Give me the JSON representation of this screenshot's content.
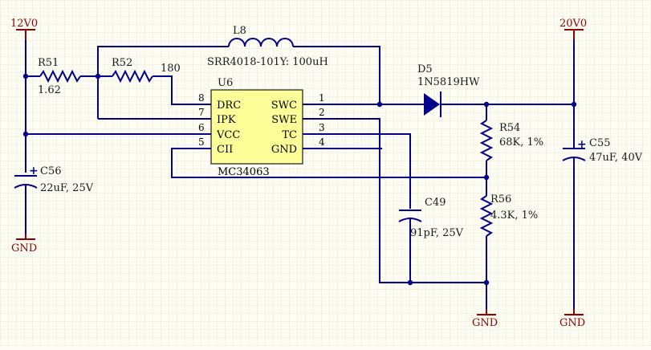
{
  "colors": {
    "background": "#fdfdf3",
    "grid": "#e6e6d8",
    "wire": "#00008b",
    "power": "#8b0000",
    "ic_fill": "#ffff99"
  },
  "power": {
    "vin": "12V0",
    "vout": "20V0",
    "gnd": "GND"
  },
  "ic": {
    "ref": "U6",
    "part": "MC34063",
    "pins_left": [
      {
        "num": "8",
        "name": "DRC"
      },
      {
        "num": "7",
        "name": "IPK"
      },
      {
        "num": "6",
        "name": "VCC"
      },
      {
        "num": "5",
        "name": "CII"
      }
    ],
    "pins_right": [
      {
        "num": "1",
        "name": "SWC"
      },
      {
        "num": "2",
        "name": "SWE"
      },
      {
        "num": "3",
        "name": "TC"
      },
      {
        "num": "4",
        "name": "GND"
      }
    ]
  },
  "components": {
    "r51": {
      "ref": "R51",
      "value": "1.62"
    },
    "r52": {
      "ref": "R52",
      "value": "180"
    },
    "l8": {
      "ref": "L8",
      "value": "SRR4018-101Y: 100uH"
    },
    "d5": {
      "ref": "D5",
      "value": "1N5819HW"
    },
    "r54": {
      "ref": "R54",
      "value": "68K, 1%"
    },
    "r56": {
      "ref": "R56",
      "value": "4.3K, 1%"
    },
    "c55": {
      "ref": "C55",
      "value": "47uF, 40V"
    },
    "c56": {
      "ref": "C56",
      "value": "22uF, 25V"
    },
    "c49": {
      "ref": "C49",
      "value": "91pF, 25V"
    }
  },
  "polarity_mark": "+"
}
